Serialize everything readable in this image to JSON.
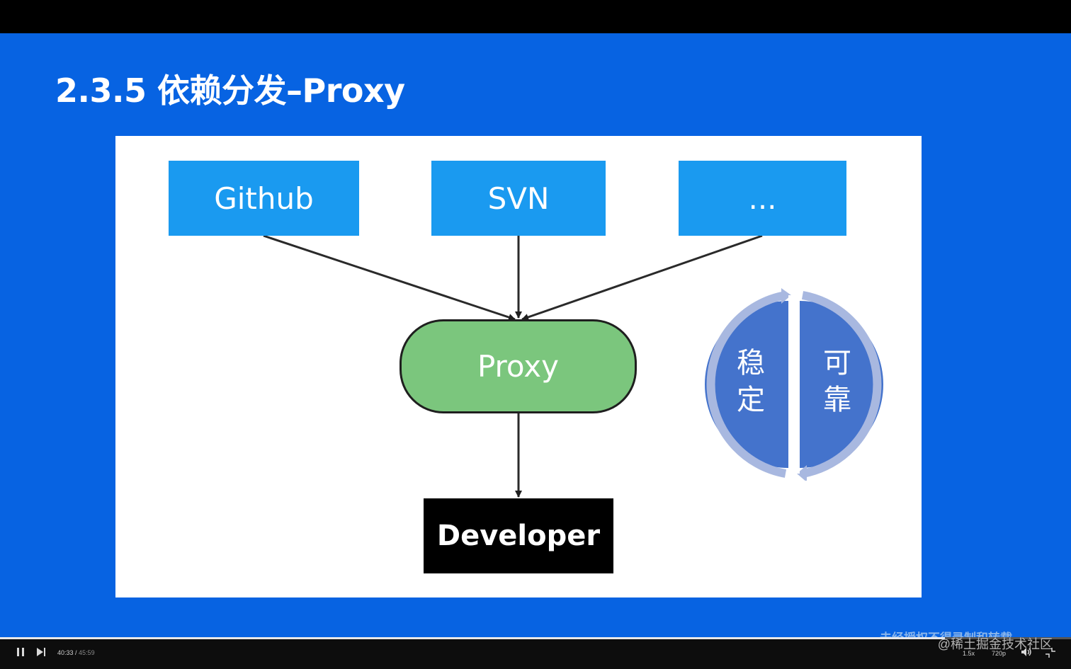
{
  "slide": {
    "title": "2.3.5 依赖分发–Proxy",
    "diagram": {
      "sources": [
        "Github",
        "SVN",
        "..."
      ],
      "proxy_label": "Proxy",
      "developer_label": "Developer",
      "cycle_left": [
        "稳",
        "定"
      ],
      "cycle_right": [
        "可",
        "靠"
      ]
    },
    "watermark": "未经授权不得录制和转载"
  },
  "player": {
    "current_time": "40:33",
    "separator": " / ",
    "total_time": "45:59",
    "progress": 0.882,
    "speed": "1.5x",
    "quality": "720p",
    "site_watermark": "@稀土掘金技术社区"
  },
  "colors": {
    "slide_bg": "#0763e2",
    "source_box": "#1a9af0",
    "proxy_fill": "#7bc67d",
    "cycle_fill": "#4473cc",
    "cycle_ring": "#a8b8e0"
  }
}
